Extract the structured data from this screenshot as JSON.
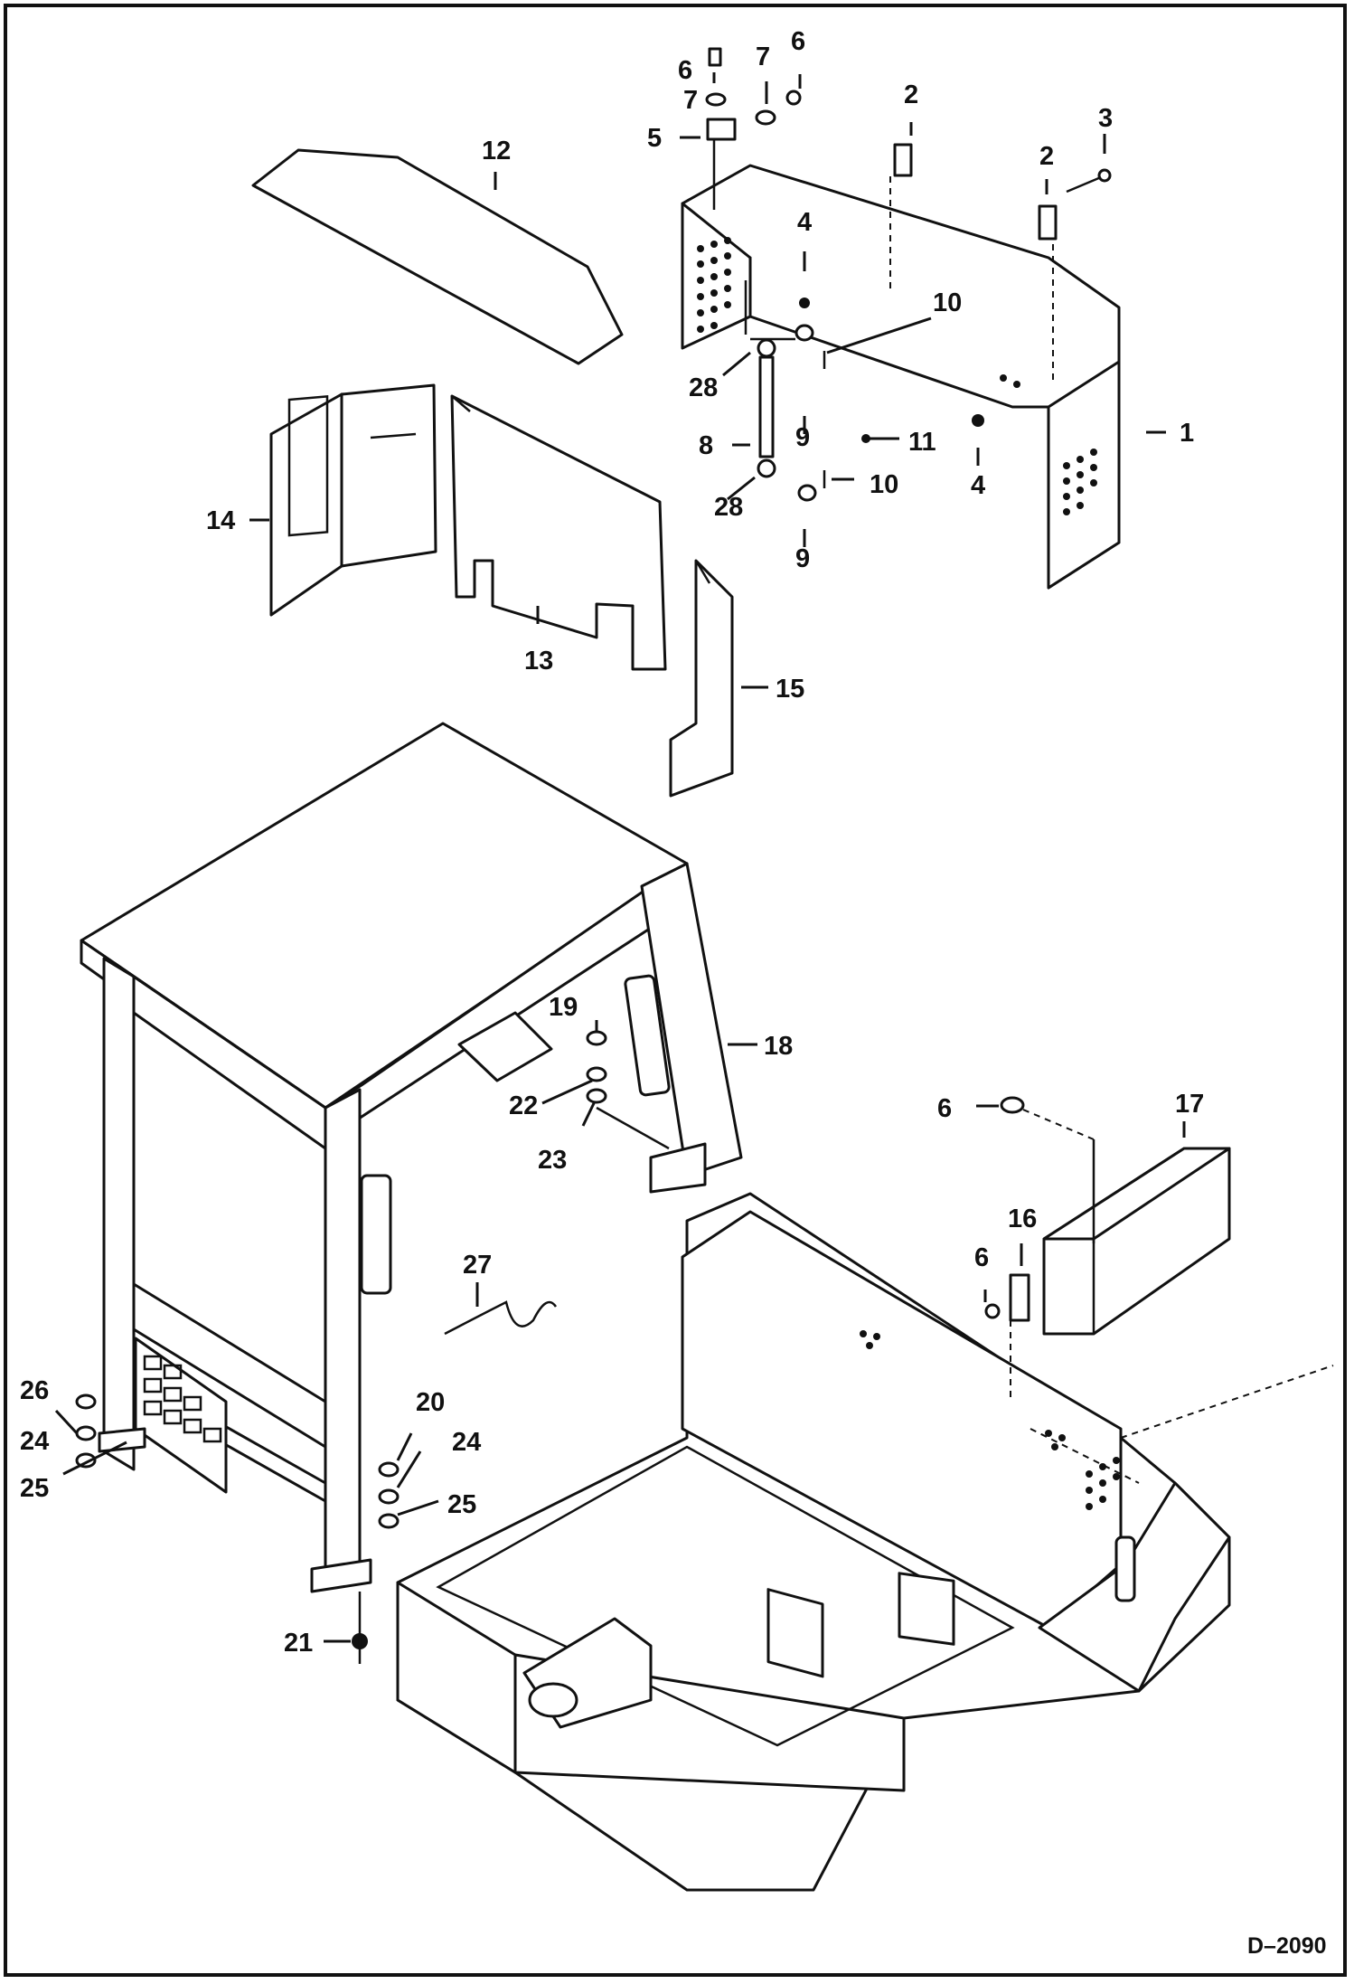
{
  "drawing_code": "D–2090",
  "callouts": {
    "c1": "1",
    "c2a": "2",
    "c2b": "2",
    "c3": "3",
    "c4a": "4",
    "c4b": "4",
    "c5": "5",
    "c6a": "6",
    "c6b": "6",
    "c6c": "6",
    "c6d": "6",
    "c7a": "7",
    "c7b": "7",
    "c8": "8",
    "c9a": "9",
    "c9b": "9",
    "c10a": "10",
    "c10b": "10",
    "c11": "11",
    "c12": "12",
    "c13": "13",
    "c14": "14",
    "c15": "15",
    "c16": "16",
    "c17": "17",
    "c18": "18",
    "c19": "19",
    "c20": "20",
    "c21": "21",
    "c22": "22",
    "c23": "23",
    "c24a": "24",
    "c24b": "24",
    "c25a": "25",
    "c25b": "25",
    "c26": "26",
    "c27": "27",
    "c28a": "28",
    "c28b": "28"
  },
  "icons": [
    "hinge-icon",
    "latch-icon",
    "gas-spring-icon",
    "bolt-icon",
    "washer-icon",
    "nut-icon"
  ]
}
